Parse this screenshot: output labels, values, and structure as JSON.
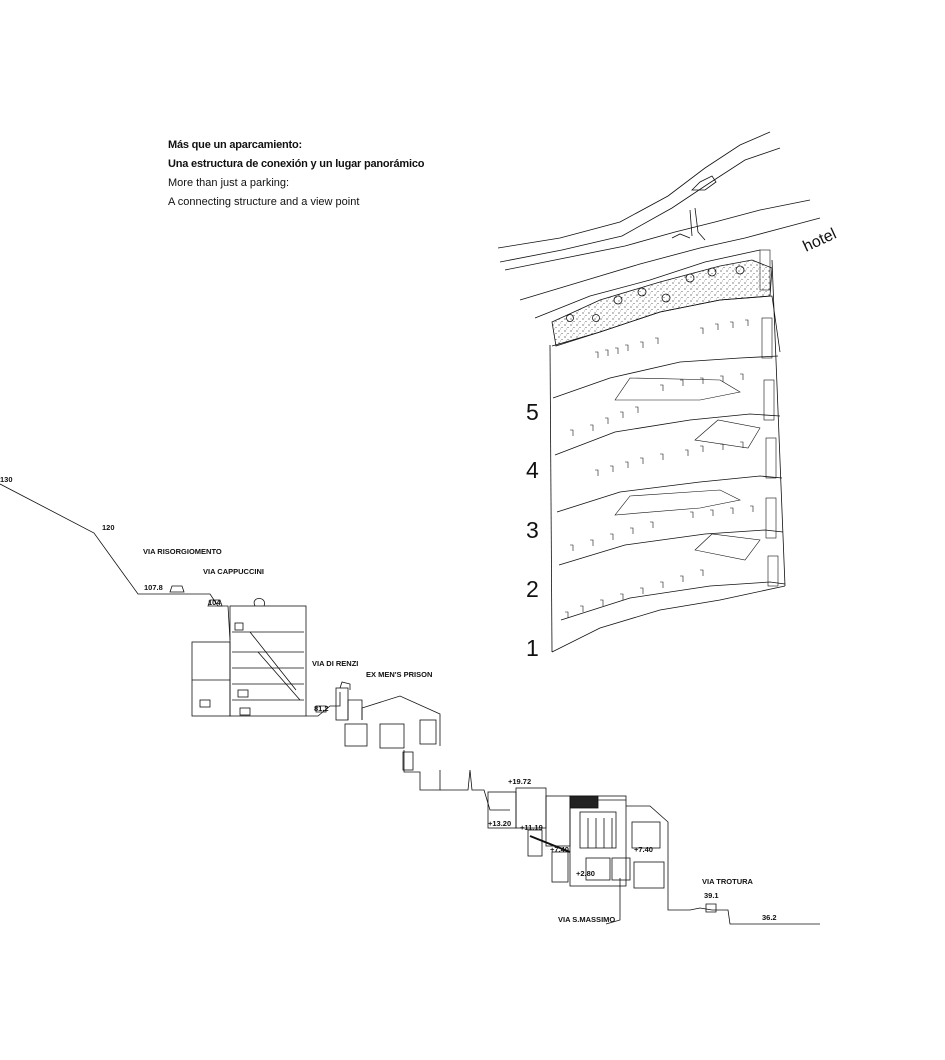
{
  "caption": {
    "es_title": "Más que un aparcamiento:",
    "es_subtitle": "Una estructura de conexión y un lugar panorámico",
    "en_title": "More than just a parking:",
    "en_subtitle": "A connecting structure and a view point"
  },
  "plan": {
    "hotel_label": "hotel",
    "levels": [
      "5",
      "4",
      "3",
      "2",
      "1"
    ]
  },
  "section": {
    "street_labels": {
      "risorgimento": "VIA RISORGIOMENTO",
      "cappuccini": "VIA CAPPUCCINI",
      "di_renzi": "VIA DI RENZI",
      "prison": "EX MEN'S PRISON",
      "trotura": "VIA TROTURA",
      "massimo": "VIA S.MASSIMO"
    },
    "elevations": {
      "e130": "130",
      "e120": "120",
      "e107": "107.8",
      "e104": "104",
      "e81": "81.2",
      "e1972": "+19.72",
      "e1320": "+13.20",
      "e1119": "+11.19",
      "e740a": "+7.40",
      "e740b": "+7.40",
      "e280": "+2.80",
      "e391": "39.1",
      "e362": "36.2"
    }
  }
}
